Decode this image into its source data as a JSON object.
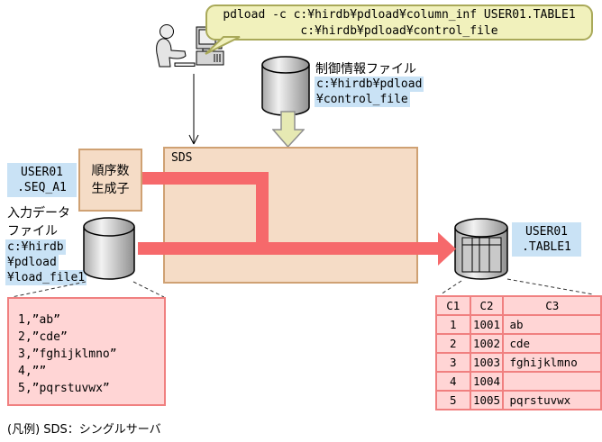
{
  "command_bubble": {
    "line1": "pdload -c c:¥hirdb¥pdload¥column_inf USER01.TABLE1",
    "line2": "c:¥hirdb¥pdload¥control_file"
  },
  "control_file": {
    "title": "制御情報ファイル",
    "path_line1": "c:¥hirdb¥pdload",
    "path_line2": "¥control_file"
  },
  "server_box": {
    "label": "SDS"
  },
  "sequence_generator": {
    "line1": "順序数",
    "line2": "生成子"
  },
  "sequence_object": {
    "line1": "USER01",
    "line2": ".SEQ_A1"
  },
  "input_file": {
    "title_line1": "入力データ",
    "title_line2": "ファイル",
    "path_line1": "c:¥hirdb",
    "path_line2": "¥pdload",
    "path_line3": "¥load_file1"
  },
  "target_table_label": {
    "line1": "USER01",
    "line2": ".TABLE1"
  },
  "input_data": {
    "lines": [
      "1,”ab”",
      "2,”cde”",
      "3,”fghijklmno”",
      "4,””",
      "5,”pqrstuvwx”"
    ]
  },
  "result_table": {
    "headers": [
      "C1",
      "C2",
      "C3"
    ],
    "rows": [
      [
        "1",
        "1001",
        "ab"
      ],
      [
        "2",
        "1002",
        "cde"
      ],
      [
        "3",
        "1003",
        "fghijklmno"
      ],
      [
        "4",
        "1004",
        ""
      ],
      [
        "5",
        "1005",
        "pqrstuvwx"
      ]
    ]
  },
  "legend": "(凡例) SDS：シングルサーバ",
  "colors": {
    "arrow_red": "#f6696b",
    "box_tan": "#f5dcc6",
    "box_tan_border": "#cfa173",
    "highlight_blue": "#c9e2f5",
    "pink_fill": "#ffd5d5",
    "pink_border": "#f08080",
    "bubble_fill": "#f1f1bc",
    "bubble_border": "#a9a959",
    "block_arrow_fill": "#e6e9b3"
  }
}
